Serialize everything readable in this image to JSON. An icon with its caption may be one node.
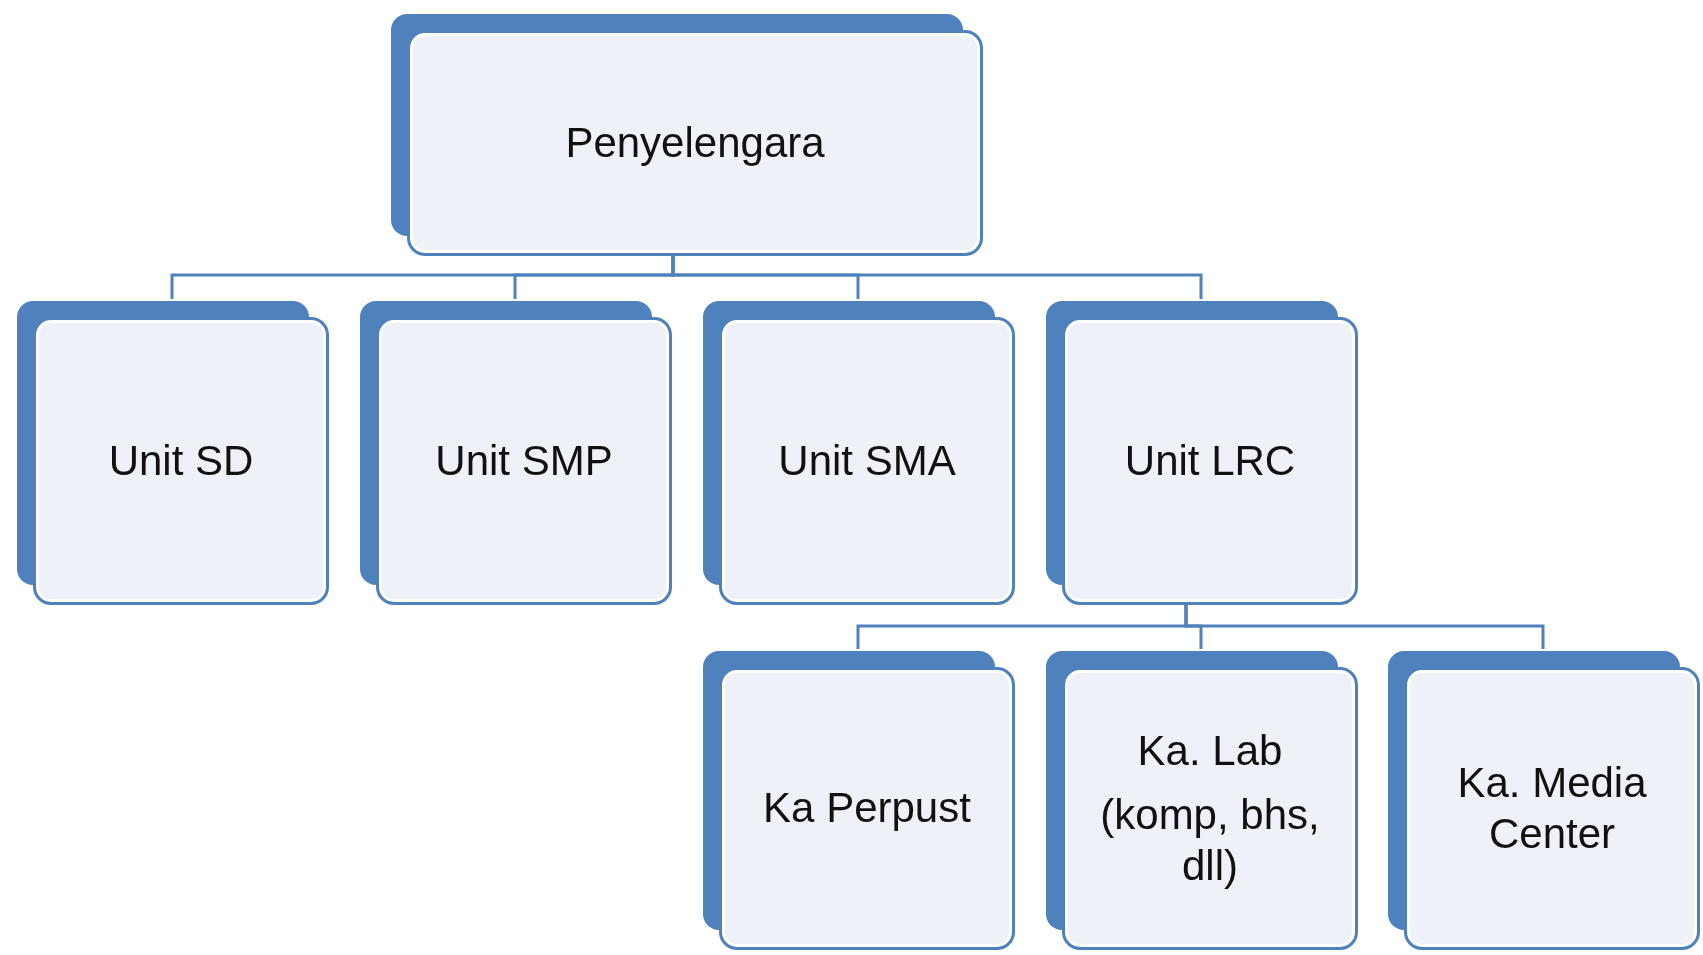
{
  "diagram": {
    "nodes": [
      {
        "text": [
          "Penyelengara"
        ]
      },
      {
        "text": [
          "Unit SD"
        ]
      },
      {
        "text": [
          "Unit SMP"
        ]
      },
      {
        "text": [
          "Unit SMA"
        ]
      },
      {
        "text": [
          "Unit LRC"
        ]
      },
      {
        "text": [
          "Ka Perpust"
        ]
      },
      {
        "text": [
          "Ka. Lab",
          "(komp, bhs, dll)"
        ]
      },
      {
        "text": [
          "Ka. Media Center"
        ]
      }
    ],
    "edges": [
      {
        "from": 0,
        "to": 1,
        "arrow": "none"
      },
      {
        "from": 0,
        "to": 2,
        "arrow": "none"
      },
      {
        "from": 0,
        "to": 3,
        "arrow": "none"
      },
      {
        "from": 0,
        "to": 4,
        "arrow": "none"
      },
      {
        "from": 4,
        "to": 5,
        "arrow": "none"
      },
      {
        "from": 4,
        "to": 6,
        "arrow": "none"
      },
      {
        "from": 4,
        "to": 7,
        "arrow": "none"
      }
    ]
  }
}
